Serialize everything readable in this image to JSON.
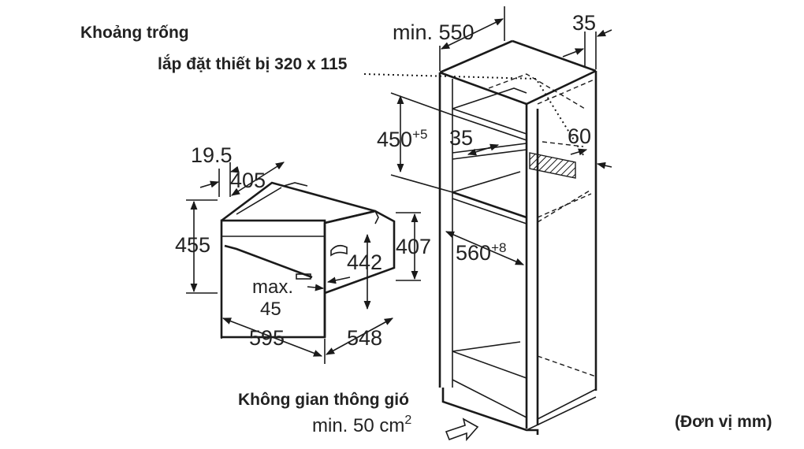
{
  "notes": {
    "installation_line1": "Khoảng trống",
    "installation_line2": "lắp đặt thiết bị 320 x 115",
    "ventilation_line1": "Không gian thông gió",
    "ventilation_line2_prefix": "min. 50 cm",
    "ventilation_line2_sup": "2",
    "unit": "(Đơn vị mm)"
  },
  "dimensions": {
    "oven_offset": "19.5",
    "oven_inner_depth": "405",
    "oven_height": "455",
    "oven_inner_height": "442",
    "oven_body_height": "407",
    "oven_max_label": "max.",
    "oven_max_value": "45",
    "oven_width": "595",
    "oven_depth": "548",
    "cabinet_min_depth": "min. 550",
    "cabinet_back": "35",
    "cabinet_niche_height_base": "450",
    "cabinet_niche_height_sup": "+5",
    "cabinet_shelf_gap": "35",
    "cabinet_vent_gap": "60",
    "cabinet_niche_width_base": "560",
    "cabinet_niche_width_sup": "+8"
  }
}
